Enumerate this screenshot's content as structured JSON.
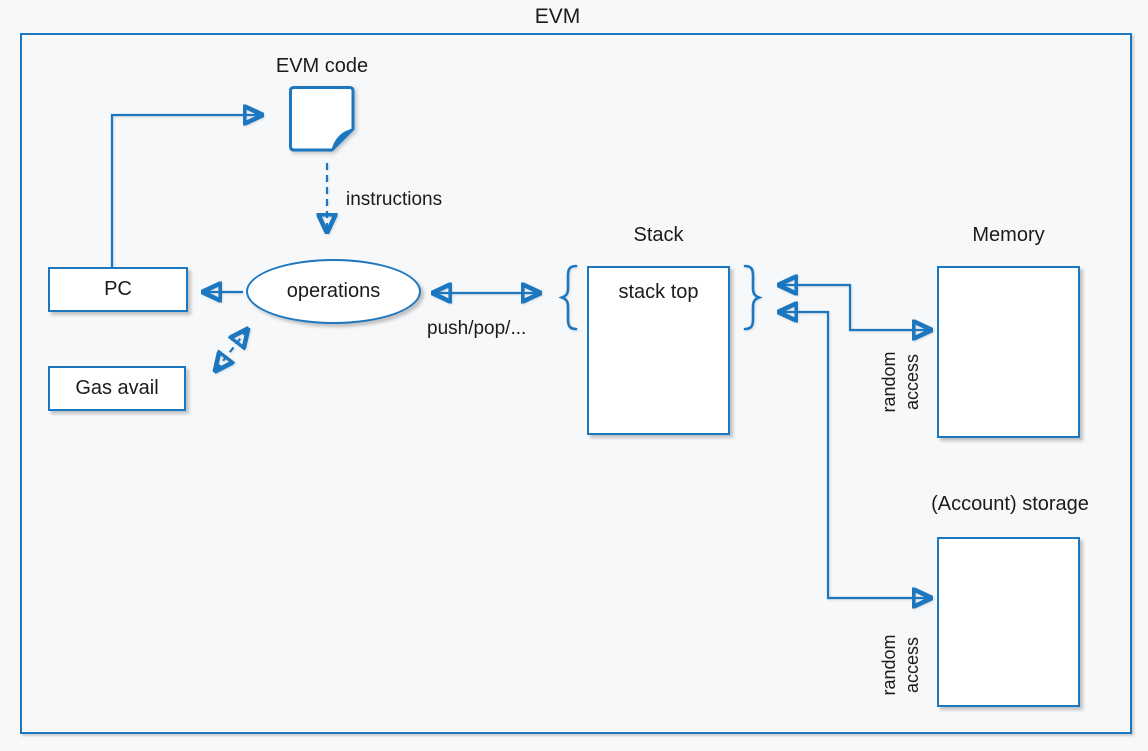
{
  "diagram": {
    "title": "EVM",
    "accent_color": "#1b77c0",
    "background_color": "#f7f8fa",
    "nodes": {
      "evm_code": {
        "label": "EVM code",
        "icon": "note-icon"
      },
      "pc": {
        "label": "PC"
      },
      "gas": {
        "label": "Gas avail"
      },
      "operations": {
        "label": "operations"
      },
      "stack": {
        "label": "Stack",
        "top": "stack top"
      },
      "memory": {
        "label": "Memory"
      },
      "storage": {
        "label": "(Account) storage"
      }
    },
    "edges": {
      "instructions": "instructions",
      "push_pop": "push/pop/...",
      "memory_access": {
        "line1": "random",
        "line2": "access"
      },
      "storage_access": {
        "line1": "random",
        "line2": "access"
      }
    }
  }
}
